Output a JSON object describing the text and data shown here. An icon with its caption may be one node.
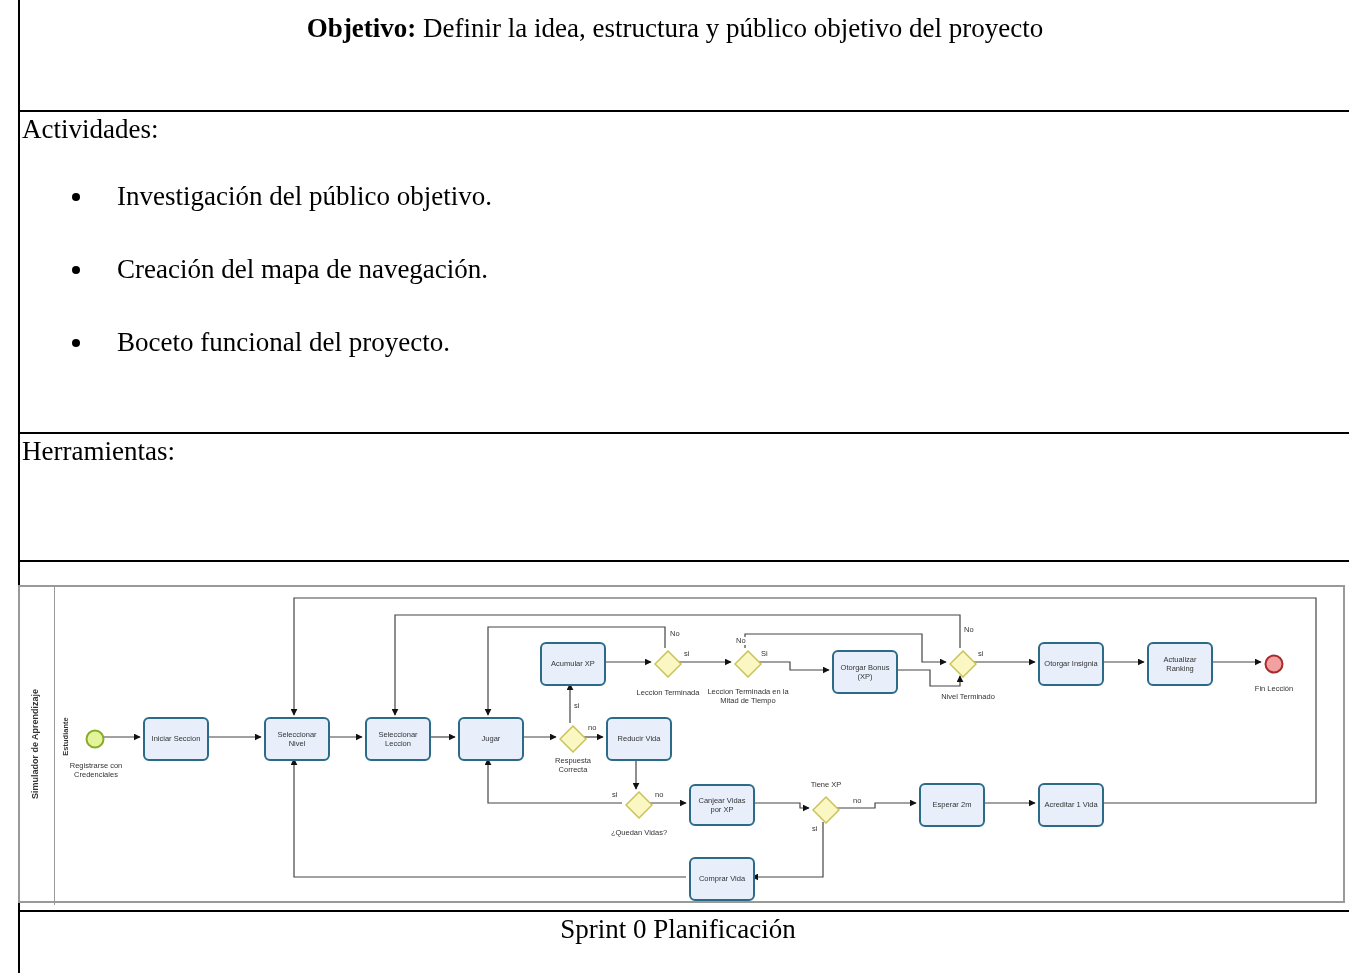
{
  "diagram": {
    "caption": "Sprint 0 Planificación",
    "nodes": [
      {
        "text": [
          "Simulador de Aprendizaje"
        ]
      },
      {
        "text": [
          "Estudiante"
        ],
        "in": 0
      },
      {
        "text": [],
        "shape": "circle",
        "in": 1,
        "beside": [
          "Registrarse con Credenciales"
        ]
      },
      {
        "text": [
          "Iniciar Seccion"
        ],
        "in": 1
      },
      {
        "text": [
          "Seleccionar Nivel"
        ],
        "in": 1
      },
      {
        "text": [
          "Seleccionar Leccion"
        ],
        "in": 1
      },
      {
        "text": [
          "Jugar"
        ],
        "in": 1
      },
      {
        "text": [],
        "shape": "diamond",
        "in": 1,
        "beside": [
          "Respuesta Correcta"
        ]
      },
      {
        "text": [
          "Acumular XP"
        ],
        "in": 1
      },
      {
        "text": [
          "Reducir Vida"
        ],
        "in": 1
      },
      {
        "text": [],
        "shape": "diamond",
        "in": 1,
        "beside": [
          "Leccion Terminada"
        ]
      },
      {
        "text": [],
        "shape": "diamond",
        "in": 1,
        "beside": [
          "Leccion Terminada en la Mitad de Tiempo"
        ]
      },
      {
        "text": [
          "Otorgar Bonus (XP)"
        ],
        "in": 1
      },
      {
        "text": [],
        "shape": "diamond",
        "in": 1,
        "beside": [
          "Nivel Terminado"
        ]
      },
      {
        "text": [
          "Otorgar Insignia"
        ],
        "in": 1
      },
      {
        "text": [
          "Actualizar Ranking"
        ],
        "in": 1
      },
      {
        "text": [],
        "shape": "circle",
        "in": 1,
        "beside": [
          "Fin Lección"
        ]
      },
      {
        "text": [],
        "shape": "diamond",
        "in": 1,
        "beside": [
          "¿Quedan Vidas?"
        ]
      },
      {
        "text": [
          "Canjear Vidas por XP"
        ],
        "in": 1
      },
      {
        "text": [],
        "shape": "diamond",
        "in": 1,
        "beside": [
          "Tiene XP"
        ]
      },
      {
        "text": [
          "Esperar 2m"
        ],
        "in": 1
      },
      {
        "text": [
          "Acreditar 1 Vida"
        ],
        "in": 1
      },
      {
        "text": [
          "Comprar Vida"
        ],
        "in": 1
      }
    ],
    "edges": [
      {
        "from": 2,
        "to": 3,
        "arrow": "to"
      },
      {
        "from": 3,
        "to": 4,
        "arrow": "to"
      },
      {
        "from": 4,
        "to": 5,
        "arrow": "to"
      },
      {
        "from": 5,
        "to": 6,
        "arrow": "to"
      },
      {
        "from": 6,
        "to": 7,
        "arrow": "to"
      },
      {
        "from": 7,
        "to": 8,
        "arrow": "to",
        "label": "si"
      },
      {
        "from": 7,
        "to": 9,
        "arrow": "to",
        "label": "no"
      },
      {
        "from": 8,
        "to": 10,
        "arrow": "to"
      },
      {
        "from": 10,
        "to": 11,
        "arrow": "to",
        "label": "si"
      },
      {
        "from": 10,
        "to": 6,
        "arrow": "to",
        "label": "No"
      },
      {
        "from": 11,
        "to": 12,
        "arrow": "to",
        "label": "Si"
      },
      {
        "from": 11,
        "to": 13,
        "arrow": "to",
        "label": "No"
      },
      {
        "from": 12,
        "to": 13,
        "arrow": "to"
      },
      {
        "from": 13,
        "to": 14,
        "arrow": "to",
        "label": "si"
      },
      {
        "from": 13,
        "to": 5,
        "arrow": "to",
        "label": "No"
      },
      {
        "from": 14,
        "to": 15,
        "arrow": "to"
      },
      {
        "from": 15,
        "to": 16,
        "arrow": "to"
      },
      {
        "from": 9,
        "to": 17,
        "arrow": "to"
      },
      {
        "from": 17,
        "to": 6,
        "arrow": "to",
        "label": "si"
      },
      {
        "from": 17,
        "to": 18,
        "arrow": "to",
        "label": "no"
      },
      {
        "from": 18,
        "to": 19,
        "arrow": "to"
      },
      {
        "from": 19,
        "to": 20,
        "arrow": "to",
        "label": "no"
      },
      {
        "from": 19,
        "to": 22,
        "arrow": "to",
        "label": "si"
      },
      {
        "from": 20,
        "to": 21,
        "arrow": "to"
      },
      {
        "from": 21,
        "to": 4,
        "arrow": "to"
      },
      {
        "from": 22,
        "to": 4,
        "arrow": "to"
      }
    ],
    "labels": [
      "**Objetivo:** Definir la idea, estructura y público objetivo del proyecto",
      "Actividades:",
      "Investigación del público objetivo.",
      "Creación del mapa de navegación.",
      "Boceto funcional del proyecto.",
      "Herramientas:"
    ]
  }
}
